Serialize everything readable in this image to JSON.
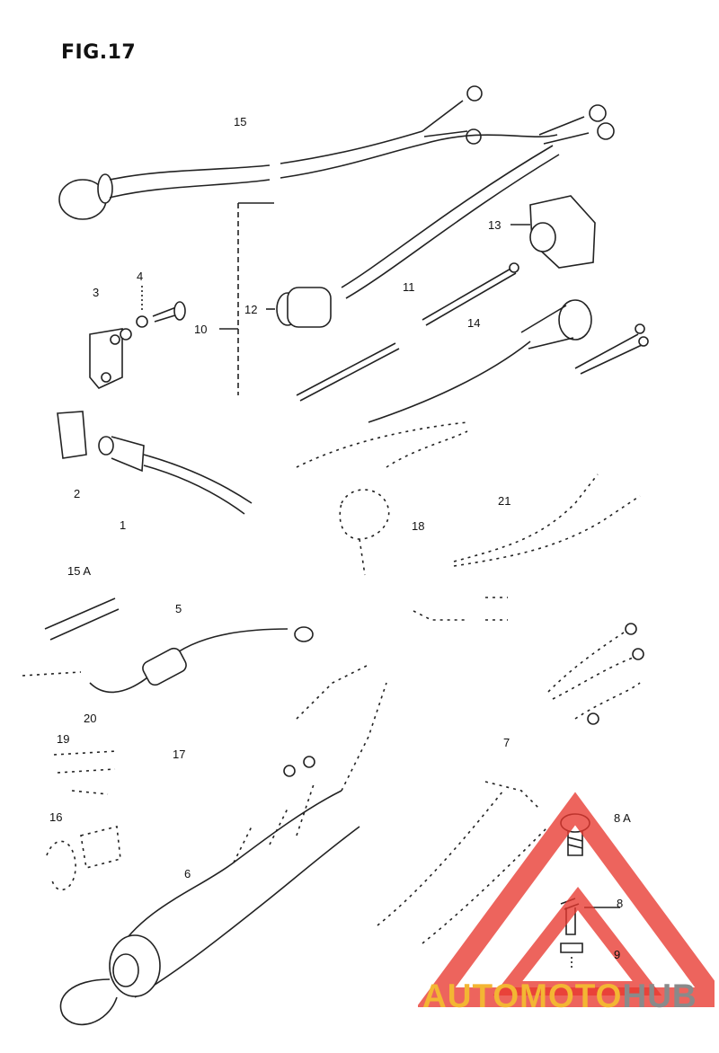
{
  "figure": {
    "title": "FIG.17"
  },
  "callouts": {
    "c15": "15",
    "c13": "13",
    "c3": "3",
    "c4": "4",
    "c12": "12",
    "c11": "11",
    "c10": "10",
    "c14": "14",
    "c2": "2",
    "c1": "1",
    "c18": "18",
    "c21": "21",
    "c15a": "15 A",
    "c5": "5",
    "c20": "20",
    "c19": "19",
    "c17": "17",
    "c7": "7",
    "c16": "16",
    "c6": "6",
    "c8a": "8 A",
    "c8": "8",
    "c9": "9"
  },
  "watermark": {
    "brand_part1": "AUTOMOTO",
    "brand_part2": "HUB",
    "colors": {
      "red": "#e8392f",
      "gold": "#f3b633",
      "gray": "#8a8a8a"
    }
  }
}
